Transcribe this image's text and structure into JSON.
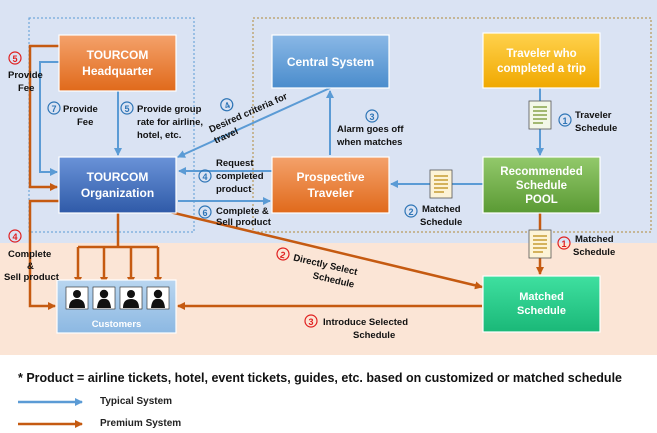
{
  "colors": {
    "typical": "#5b9bd5",
    "premium": "#c55a11",
    "orange_box": "#ed7d31",
    "blue_box": "#4472c4",
    "central_box": "#5b9bd5",
    "gold_box": "#ffc000",
    "green_box": "#70ad47",
    "teal_box": "#2ecc8a",
    "customers_box": "#9dc3e6",
    "band_blue": "#dae3f3",
    "band_peach": "#fbe5d6",
    "step_red": "#e02020",
    "step_blue": "#2e75b6"
  },
  "boxes": {
    "headquarter": {
      "line1": "TOURCOM",
      "line2": "Headquarter"
    },
    "organization": {
      "line1": "TOURCOM",
      "line2": "Organization"
    },
    "central": {
      "label": "Central System"
    },
    "traveler": {
      "line1": "Traveler who",
      "line2": "completed a trip"
    },
    "prospective": {
      "line1": "Prospective",
      "line2": "Traveler"
    },
    "pool": {
      "line1": "Recommended",
      "line2": "Schedule",
      "line3": "POOL"
    },
    "matched": {
      "line1": "Matched",
      "line2": "Schedule"
    },
    "customers": {
      "label": "Customers"
    }
  },
  "labels": {
    "provide_fee_premium": {
      "num": "5",
      "line1": "Provide",
      "line2": "Fee"
    },
    "provide_fee_typical": {
      "num": "7",
      "line1": "Provide",
      "line2": "Fee"
    },
    "group_rate": {
      "num": "5",
      "line1": "Provide group",
      "line2": "rate for airline,",
      "line3": "hotel, etc."
    },
    "desired_criteria": {
      "num": "4",
      "line1": "Desired criteria for",
      "line2": "travel"
    },
    "alarm": {
      "num": "3",
      "line1": "Alarm goes off",
      "line2": "when matches"
    },
    "traveler_schedule": {
      "num": "1",
      "line1": "Traveler",
      "line2": "Schedule"
    },
    "request_product": {
      "num": "4",
      "line1": "Request",
      "line2": "completed",
      "line3": "product"
    },
    "complete_sell_typical": {
      "num": "6",
      "line1": "Complete &",
      "line2": "Sell product"
    },
    "matched_schedule_typical": {
      "num": "2",
      "line1": "Matched",
      "line2": "Schedule"
    },
    "matched_schedule_premium": {
      "num": "1",
      "line1": "Matched",
      "line2": "Schedule"
    },
    "complete_sell_premium": {
      "num": "4",
      "line1": "Complete",
      "line2": "&",
      "line3": "Sell product"
    },
    "directly_select": {
      "num": "2",
      "line1": "Directly Select",
      "line2": "Schedule"
    },
    "introduce_selected": {
      "num": "3",
      "line1": "Introduce Selected",
      "line2": "Schedule"
    }
  },
  "footnote": "* Product = airline tickets, hotel, event tickets, guides, etc. based on customized or matched schedule",
  "legend": {
    "typical": "Typical System",
    "premium": "Premium System"
  }
}
